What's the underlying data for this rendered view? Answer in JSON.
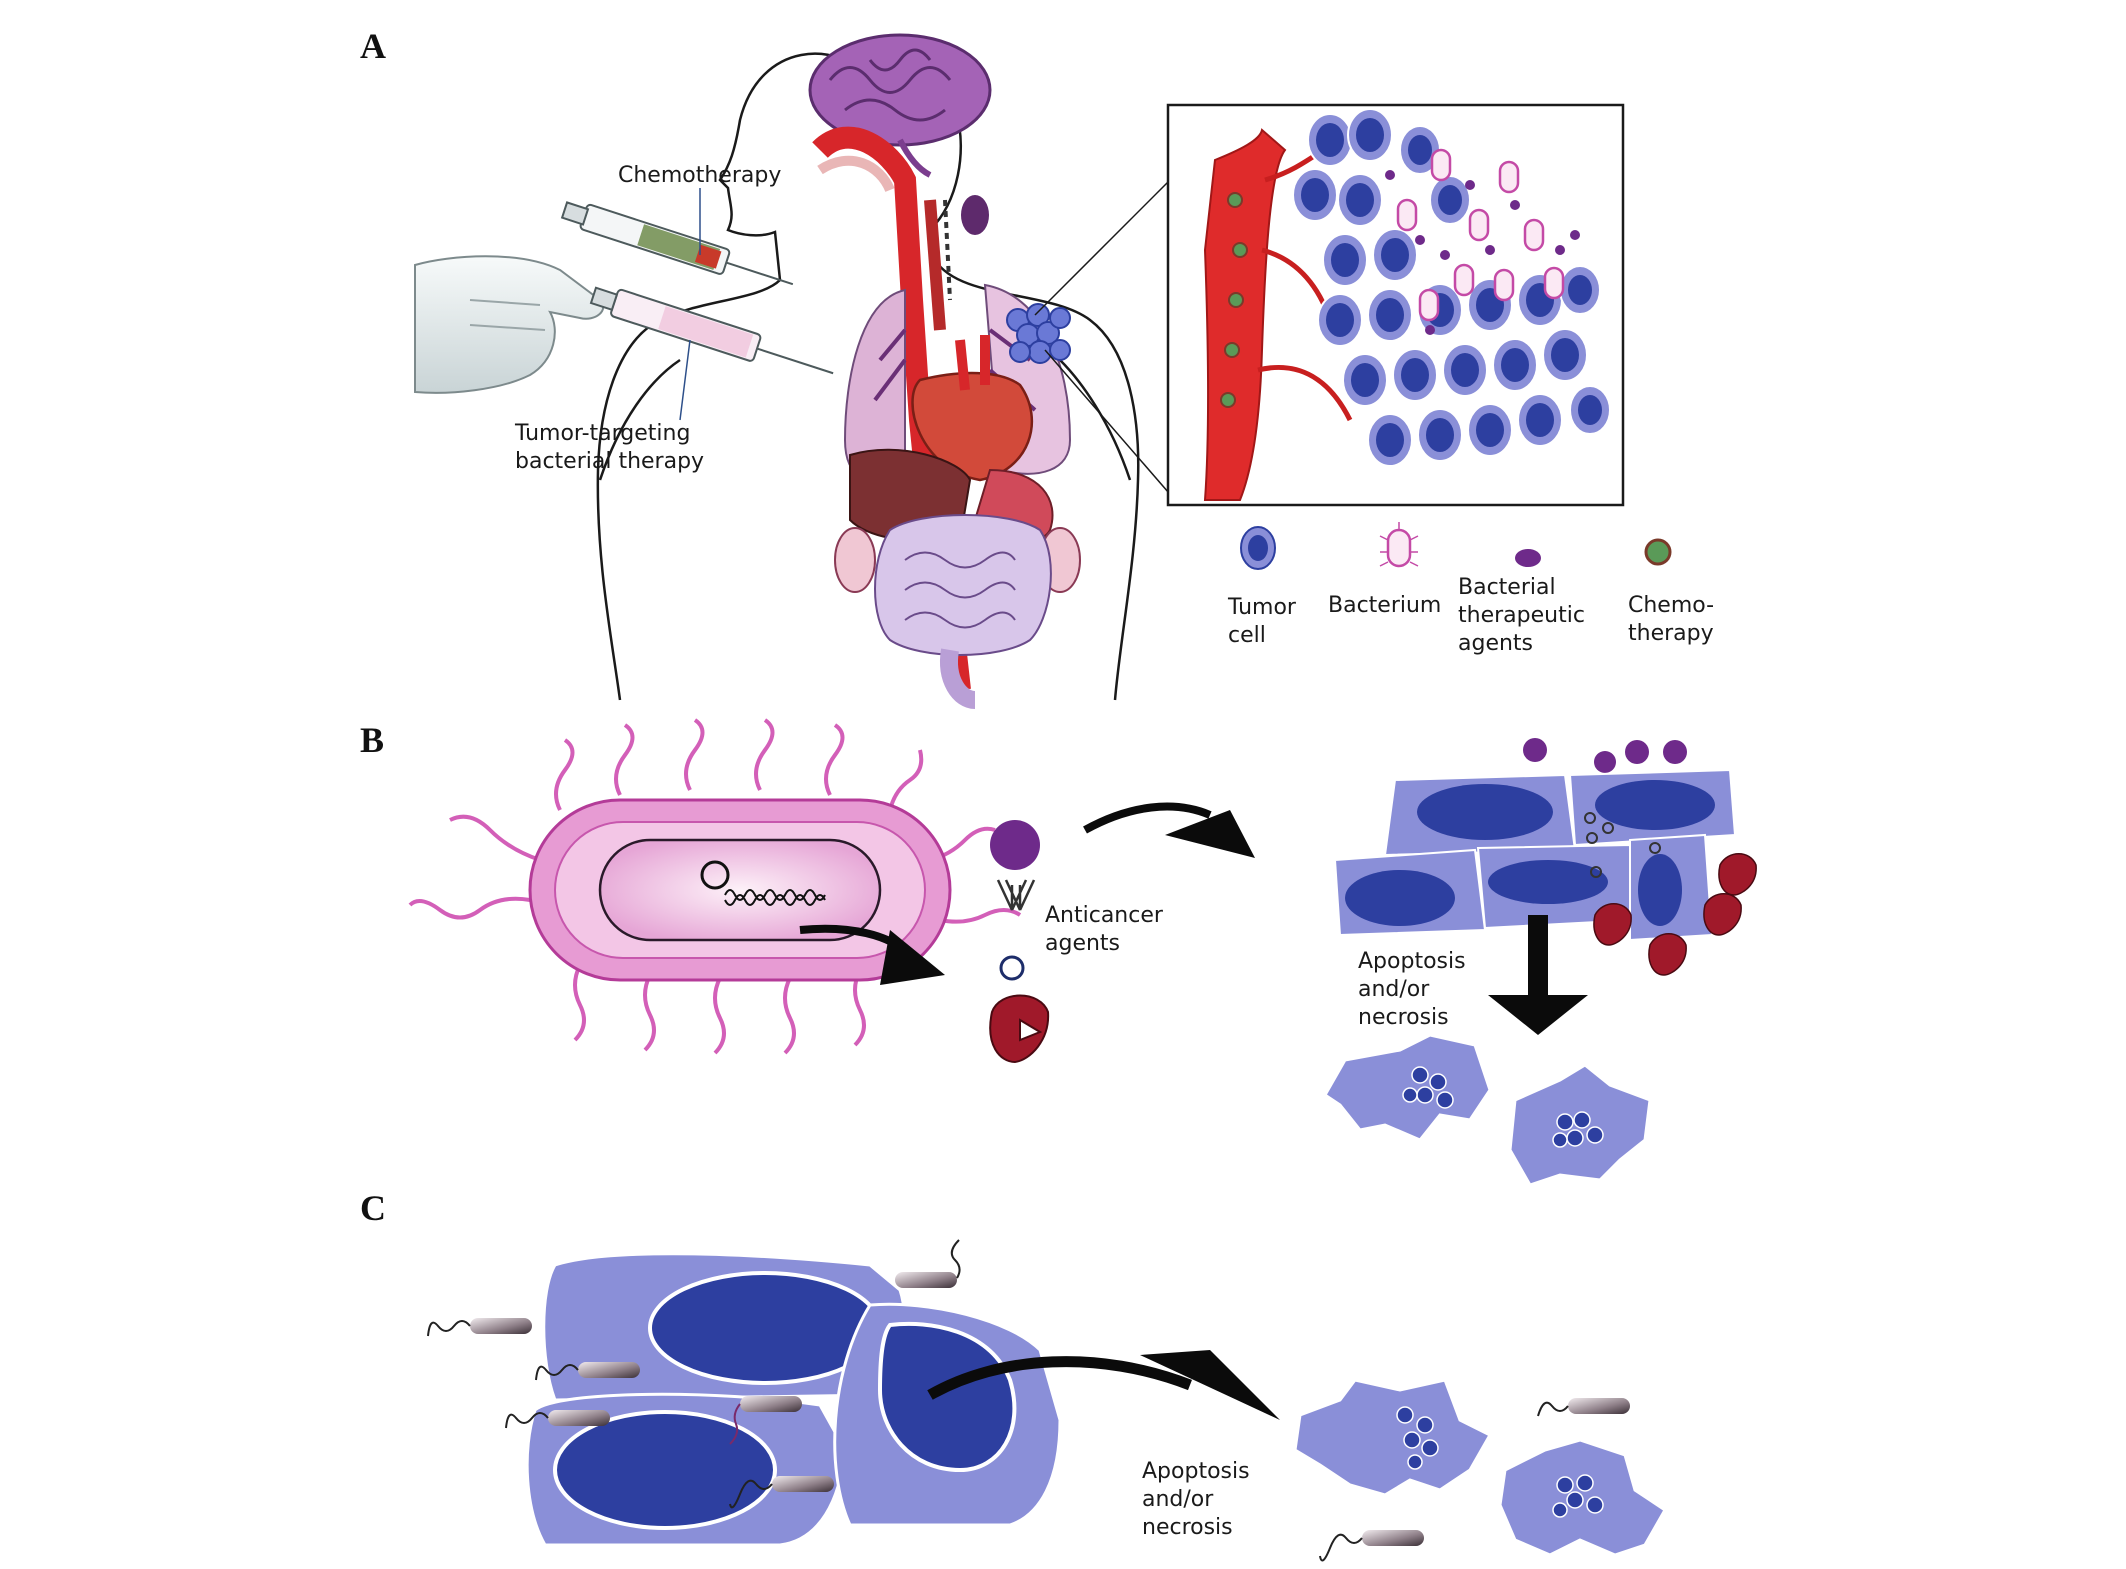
{
  "panels": {
    "a": {
      "letter": "A",
      "chemotherapy_label": "Chemotherapy",
      "bacterial_label_line1": "Tumor-targeting",
      "bacterial_label_line2": "bacterial therapy",
      "legend": {
        "tumor_cell": [
          "Tumor",
          "cell"
        ],
        "bacterium": [
          "Bacterium"
        ],
        "agents": [
          "Bacterial",
          "therapeutic",
          "agents"
        ],
        "chemo": [
          "Chemo-",
          "therapy"
        ]
      }
    },
    "b": {
      "letter": "B",
      "anticancer_label": [
        "Anticancer",
        "agents"
      ],
      "death_label": [
        "Apoptosis",
        "and/or",
        "necrosis"
      ]
    },
    "c": {
      "letter": "C",
      "death_label": [
        "Apoptosis",
        "and/or",
        "necrosis"
      ]
    }
  },
  "colors": {
    "tumor_nucleus": "#2d3fa0",
    "tumor_cytoplasm": "#8a8fd8",
    "vessel_red": "#d92b2b",
    "bacterium_pink": "#d35fb8",
    "agent_purple": "#6e2a8a",
    "chemo_green": "#5a9a58",
    "protein_red": "#a0192a",
    "arrow_black": "#0b0b0b"
  }
}
